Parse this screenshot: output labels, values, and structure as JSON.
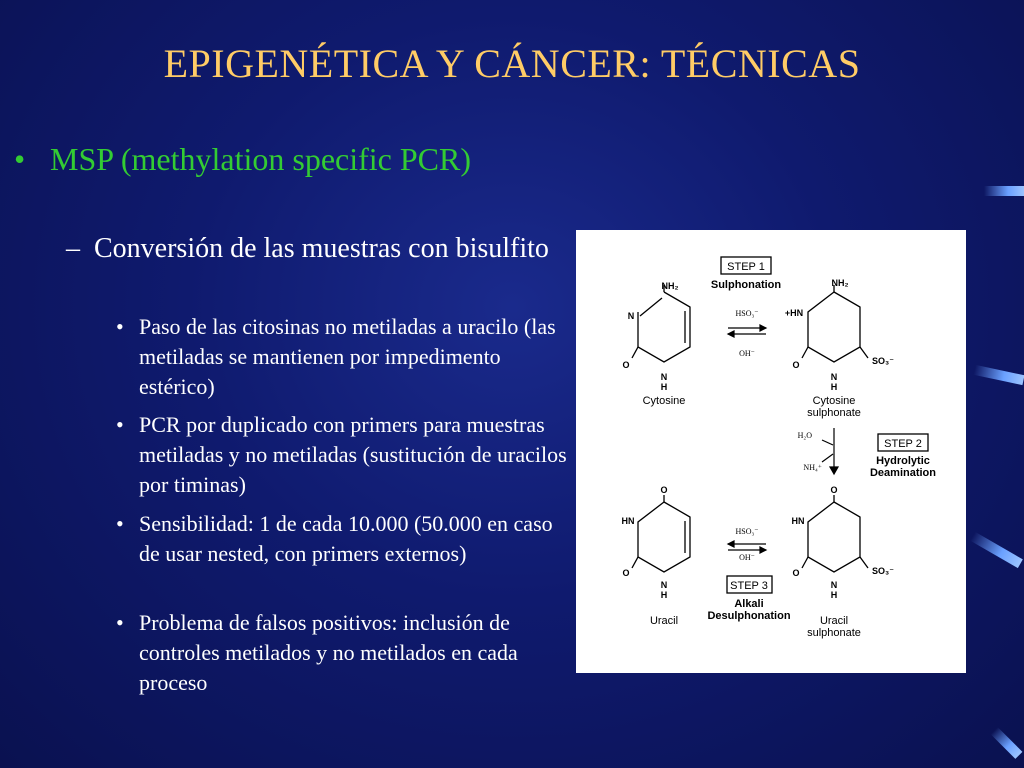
{
  "slide": {
    "title": "EPIGENÉTICA Y CÁNCER: TÉCNICAS",
    "bullet1": "MSP (methylation specific PCR)",
    "sub1": "Conversión de las muestras con bisulfito",
    "points": [
      "Paso de las citosinas no metiladas a uracilo (las metiladas se mantienen por impedimento estérico)",
      "PCR por duplicado con primers para muestras metiladas y no metiladas (sustitución de uracilos por timinas)",
      "Sensibilidad: 1 de cada 10.000 (50.000 en caso de usar nested, con primers externos)",
      "Problema de falsos positivos: inclusión de controles metilados y no metilados en cada proceso"
    ]
  },
  "figure": {
    "step1": "STEP 1",
    "step1_name": "Sulphonation",
    "step2": "STEP 2",
    "step2_name1": "Hydrolytic",
    "step2_name2": "Deamination",
    "step3": "STEP 3",
    "step3_name1": "Alkali",
    "step3_name2": "Desulphonation",
    "cytosine": "Cytosine",
    "cyt_sulph1": "Cytosine",
    "cyt_sulph2": "sulphonate",
    "uracil": "Uracil",
    "ura_sulph1": "Uracil",
    "ura_sulph2": "sulphonate",
    "hso3_top": "HSO₃⁻",
    "oh_top": "OH⁻",
    "h2o": "H₂O",
    "nh4": "NH₄⁺",
    "hso3_bottom": "HSO₃⁻",
    "oh_bottom": "OH⁻",
    "nh2": "NH₂",
    "n": "N",
    "o": "O",
    "h": "H",
    "hn": "HN",
    "plus_hn": "+HN",
    "so3": "SO₃⁻"
  }
}
